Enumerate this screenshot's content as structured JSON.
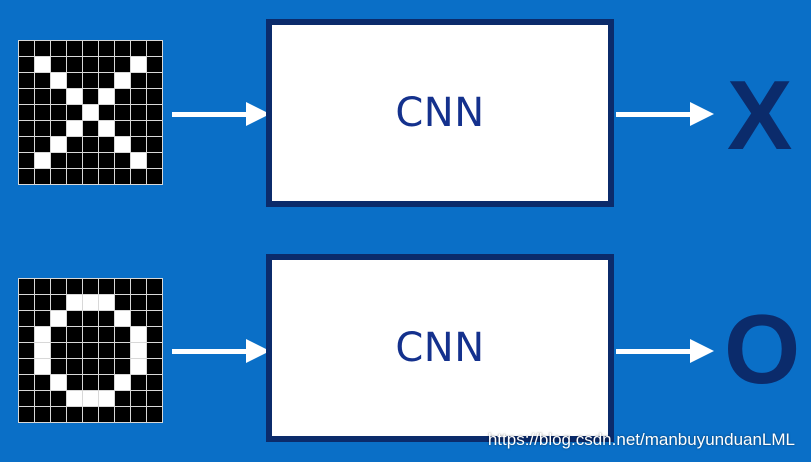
{
  "pixel_grids": {
    "x_input": [
      "000000000",
      "010000010",
      "001000100",
      "000101000",
      "000010000",
      "000101000",
      "001000100",
      "010000010",
      "000000000"
    ],
    "o_input": [
      "000000000",
      "000111000",
      "001000100",
      "010000010",
      "010000010",
      "010000010",
      "001000100",
      "000111000",
      "000000000"
    ]
  },
  "boxes": {
    "top_label": "CNN",
    "bottom_label": "CNN"
  },
  "outputs": {
    "x_label": "X",
    "o_label": "O"
  },
  "watermark": {
    "text": "https://blog.csdn.net/manbuyunduanLML"
  },
  "colors": {
    "background": "#0a6fc7",
    "box_border": "#0b2b6b",
    "box_fill": "#ffffff",
    "box_text": "#14318d",
    "output_text": "#0b2b6b",
    "arrow": "#ffffff",
    "pixel_on": "#ffffff",
    "pixel_off": "#000000"
  }
}
